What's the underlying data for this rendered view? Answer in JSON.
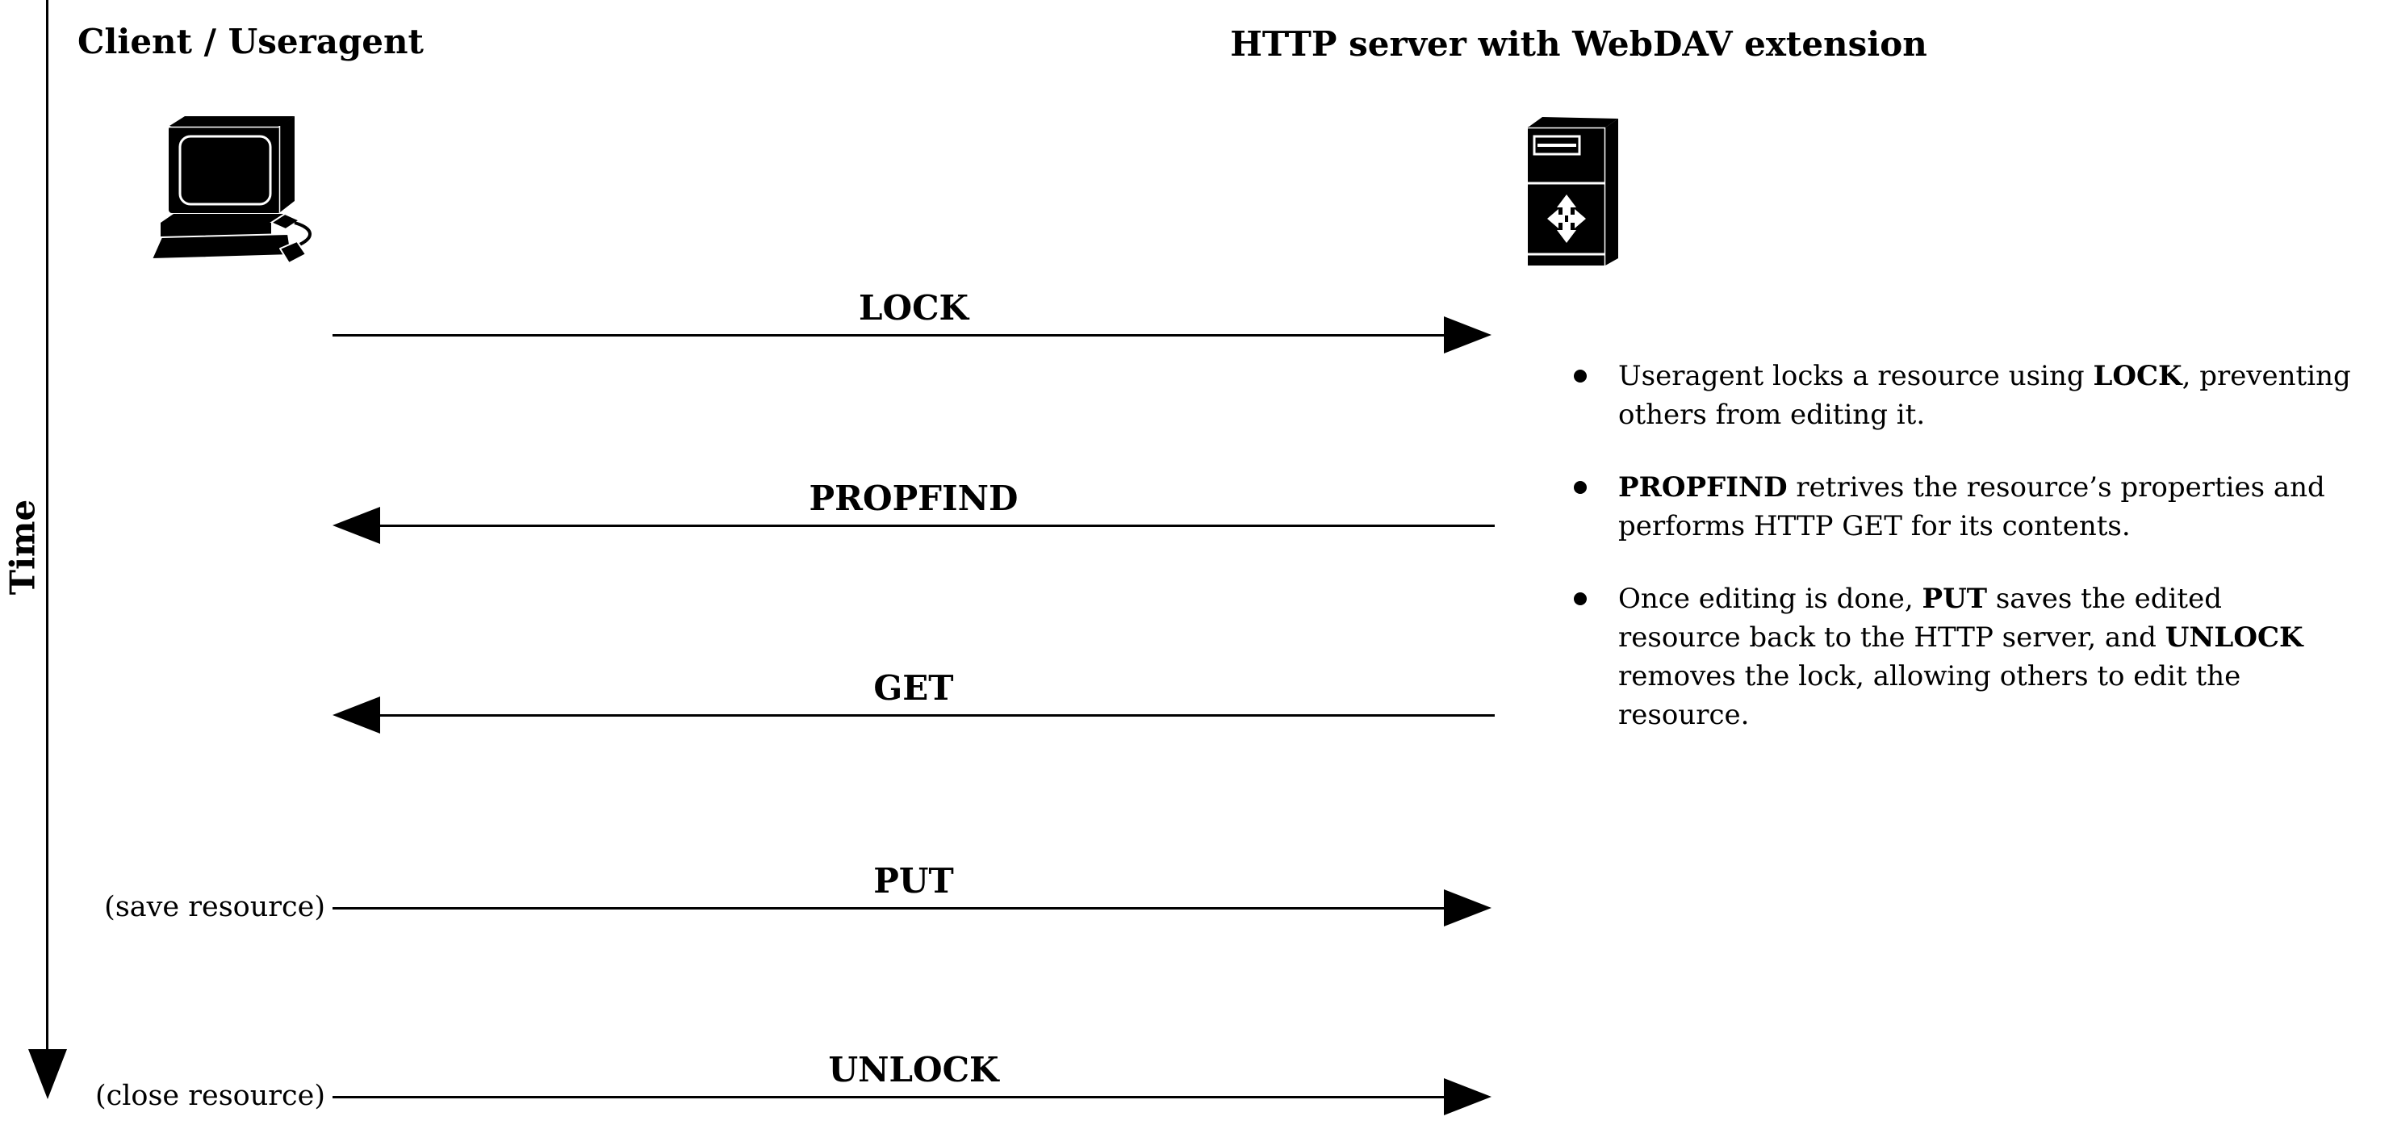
{
  "page": {
    "background": "#ffffff",
    "ink": "#000000"
  },
  "actors": {
    "client": {
      "title": "Client / Useragent",
      "icon": "desktop-computer-icon"
    },
    "server": {
      "title": "HTTP server with WebDAV extension",
      "icon": "tower-server-icon"
    }
  },
  "time_axis": {
    "label": "Time",
    "direction": "down"
  },
  "messages": [
    {
      "label": "LOCK",
      "direction": "right",
      "side_note": ""
    },
    {
      "label": "PROPFIND",
      "direction": "left",
      "side_note": ""
    },
    {
      "label": "GET",
      "direction": "left",
      "side_note": ""
    },
    {
      "label": "PUT",
      "direction": "right",
      "side_note": "(save resource)"
    },
    {
      "label": "UNLOCK",
      "direction": "right",
      "side_note": "(close resource)"
    }
  ],
  "notes": [
    {
      "lines": [
        [
          {
            "t": "Useragent locks a resource using ",
            "b": false
          },
          {
            "t": "LOCK",
            "b": true
          },
          {
            "t": ", preventing",
            "b": false
          }
        ],
        [
          {
            "t": "others from editing it.",
            "b": false
          }
        ]
      ]
    },
    {
      "lines": [
        [
          {
            "t": "PROPFIND",
            "b": true
          },
          {
            "t": " retrives the resource’s properties and",
            "b": false
          }
        ],
        [
          {
            "t": "performs HTTP GET for its contents.",
            "b": false
          }
        ]
      ]
    },
    {
      "lines": [
        [
          {
            "t": "Once editing is done, ",
            "b": false
          },
          {
            "t": "PUT",
            "b": true
          },
          {
            "t": " saves the edited",
            "b": false
          }
        ],
        [
          {
            "t": "resource back to the HTTP server, and ",
            "b": false
          },
          {
            "t": "UNLOCK",
            "b": true
          }
        ],
        [
          {
            "t": "removes the lock, allowing others to edit the",
            "b": false
          }
        ],
        [
          {
            "t": "resource.",
            "b": false
          }
        ]
      ]
    }
  ]
}
